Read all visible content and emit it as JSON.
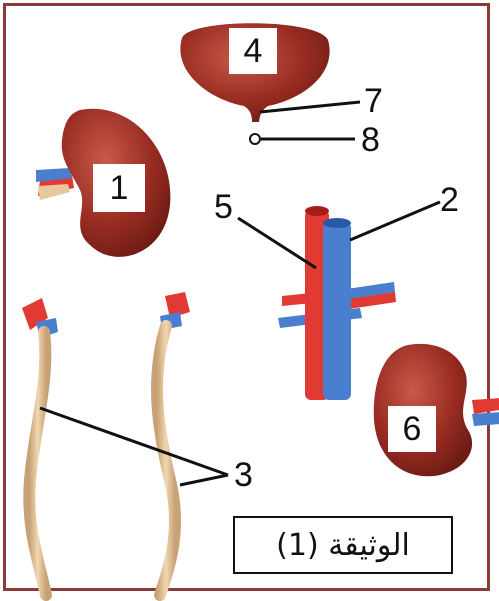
{
  "labels": {
    "n1": "1",
    "n2": "2",
    "n3": "3",
    "n4": "4",
    "n5": "5",
    "n6": "6",
    "n7": "7",
    "n8": "8"
  },
  "caption": "الوثيقة (1)",
  "colors": {
    "frame": "#8b3a3a",
    "organ": "#9a2d22",
    "artery": "#e03a32",
    "vein": "#4a7fd0",
    "ureter": "#e7c79b"
  }
}
